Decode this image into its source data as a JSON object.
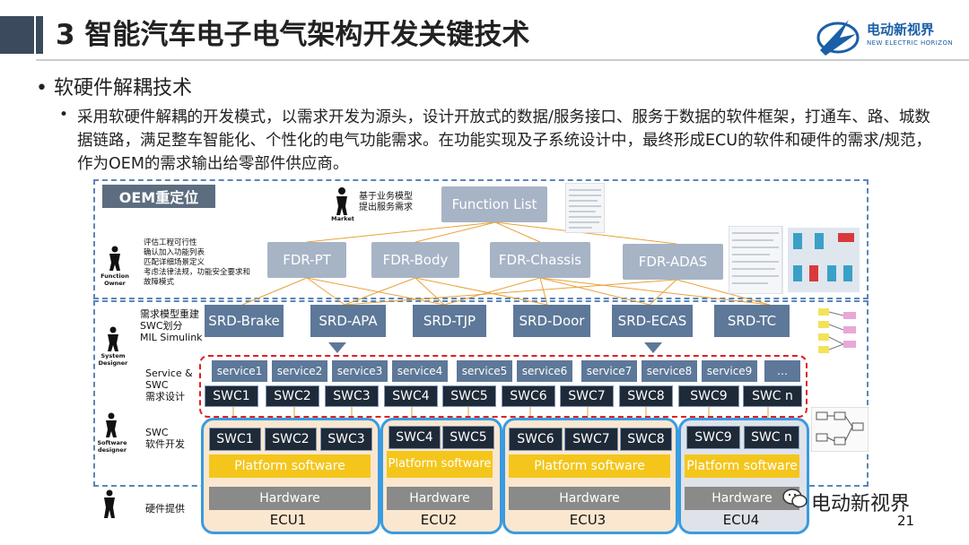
{
  "slide": {
    "title": "3 智能汽车电子电气架构开发关键技术",
    "logo_text": "电动新视界",
    "logo_sub": "NEW ELECTRIC HORIZON",
    "bullet": "• 软硬件解耦技术",
    "paragraph": "采用软硬件解耦的开发模式，以需求开发为源头，设计开放式的数据/服务接口、服务于数据的软件框架，打通车、路、城数据链路，满足整车智能化、个性化的电气功能需求。在功能实现及子系统设计中，最终形成ECU的软件和硬件的需求/规范，作为OEM的需求输出给零部件供应商。",
    "page_number": "21",
    "watermark": "电动新视界"
  },
  "diagram": {
    "oem_tag": "OEM重定位",
    "market_label": "Market",
    "market_note": "基于业务模型\n提出服务需求",
    "function_list": "Function List",
    "function_owner_role": "Function\nOwner",
    "function_owner_note": "评估工程可行性\n确认加入功能列表\n匹配详细场景定义\n考虑法律法规，功能安全要求和\n故障模式",
    "fdr": [
      "FDR-PT",
      "FDR-Body",
      "FDR-Chassis",
      "FDR-ADAS"
    ],
    "system_designer_role": "System\nDesigner",
    "system_designer_note": "需求模型重建\nSWC划分\nMIL Simulink",
    "srd": [
      "SRD-Brake",
      "SRD-APA",
      "SRD-TJP",
      "SRD-Door",
      "SRD-ECAS",
      "SRD-TC"
    ],
    "service_note": "Service &\nSWC\n需求设计",
    "services": [
      "service1",
      "service2",
      "service3",
      "service4",
      "service5",
      "service6",
      "service7",
      "service8",
      "service9",
      "…"
    ],
    "swc_row": [
      "SWC1",
      "SWC2",
      "SWC3",
      "SWC4",
      "SWC5",
      "SWC6",
      "SWC7",
      "SWC8",
      "SWC9",
      "SWC n"
    ],
    "software_designer_role": "Software\ndesigner",
    "swc_dev_note": "SWC\n软件开发",
    "hardware_note": "硬件提供",
    "ecus": [
      {
        "name": "ECU1",
        "swcs": [
          "SWC1",
          "SWC2",
          "SWC3"
        ],
        "platform": "Platform software",
        "hardware": "Hardware"
      },
      {
        "name": "ECU2",
        "swcs": [
          "SWC4",
          "SWC5"
        ],
        "platform": "Platform software",
        "hardware": "Hardware"
      },
      {
        "name": "ECU3",
        "swcs": [
          "SWC6",
          "SWC7",
          "SWC8"
        ],
        "platform": "Platform software",
        "hardware": "Hardware"
      },
      {
        "name": "ECU4",
        "swcs": [
          "SWC9",
          "SWC n"
        ],
        "platform": "Platform software",
        "hardware": "Hardware"
      }
    ],
    "colors": {
      "accent": "#3a9be0",
      "red_dash": "#e02020",
      "platform": "#f4c61c",
      "srd": "#5d7898",
      "fdr": "#a6b4c6"
    }
  }
}
